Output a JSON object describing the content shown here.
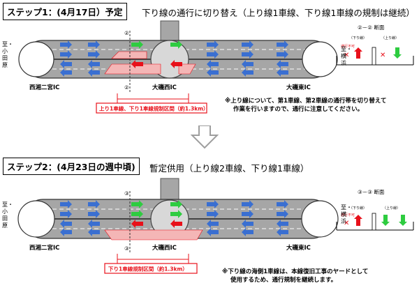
{
  "step1": {
    "box_label": "ステップ1：(4月17日）予定",
    "headline": "下り線の通行に切り替え（上り線1車線、下り線1車線の規制は継続）",
    "west_label": "至・小田原",
    "east_label": "至・横浜",
    "ic_left": "西湘二宮IC",
    "ic_center": "大磯西IC",
    "ic_right": "大磯東IC",
    "section_marker": "②",
    "range_label": "上り1車線、下り1車線規制区間（約1.3km）",
    "cross_section_title": "②－② 断面",
    "lane_down": "（下り線）",
    "lane_up": "（上り線）",
    "no_entry": "通行不可",
    "note_lines": [
      "※上り線について、第1車線、第2車線の通行帯を切り替えて",
      "作業を行いますので、通行に注意してください。"
    ]
  },
  "step2": {
    "box_label": "ステップ2：(4月23日の週中頃)",
    "headline": "暫定供用（上り線2車線、下り線1車線）",
    "west_label": "至・小田原",
    "east_label": "至・横浜",
    "ic_left": "西湘二宮IC",
    "ic_center": "大磯西IC",
    "ic_right": "大磯東IC",
    "section_marker": "③",
    "range_label": "下り1車線規制区間（約1.3km）",
    "cross_section_title": "③－③ 断面",
    "lane_down": "（下り線）",
    "lane_up": "（上り線）",
    "no_entry": "通行不可",
    "note_lines": [
      "※下り線の海側1車線は、本線復旧工事のヤードとして",
      "使用するため、通行規制を継続します。"
    ]
  },
  "colors": {
    "road": "#a6a6a6",
    "road_dark": "#7f7f7f",
    "blue_arrow": "#3a6fd1",
    "green_arrow": "#2ecc40",
    "red_arrow": "#e8101a",
    "closure_pink": "#f4b6b6",
    "range_red": "#e8101a",
    "step_arrow_gray": "#bdbdbd"
  }
}
